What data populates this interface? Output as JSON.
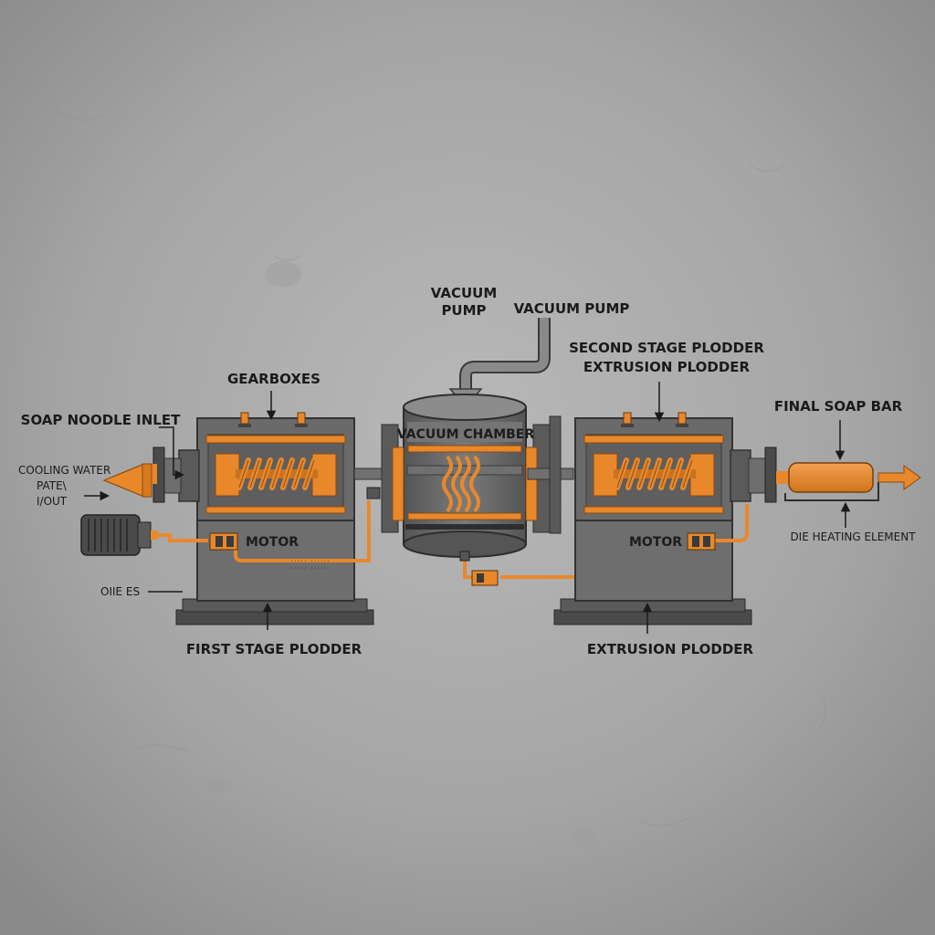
{
  "colors": {
    "background": "#a9a9a9",
    "machine_gray": "#6e6e6e",
    "machine_dark": "#3a3a3a",
    "accent_orange": "#e8882b",
    "text": "#1a1a1a"
  },
  "labels": {
    "vacuum_pump_1": [
      "VACUUM",
      "PUMP"
    ],
    "vacuum_pump_2": "VACUUM PUMP",
    "second_stage": [
      "SECOND STAGE PLODDER",
      "EXTRUSION PLODDER"
    ],
    "gearboxes": "GEARBOXES",
    "soap_noodle_inlet": "SOAP NOODLE INLET",
    "cooling_water": [
      "COOLING WATER",
      "PATE\\",
      "I/OUT"
    ],
    "vacuum_chamber": "VACUUM CHAMBER",
    "final_soap_bar": "FINAL SOAP BAR",
    "die_heating_element": "DIE HEATING ELEMENT",
    "motor_left": "MOTOR",
    "motor_right": "MOTOR",
    "oilies": "OIIE ES",
    "first_stage_plodder": "FIRST STAGE PLODDER",
    "extrusion_plodder": "EXTRUSION PLODDER"
  },
  "icons": [
    "motor-icon",
    "gearbox-icon",
    "auger-screw-icon",
    "vacuum-chamber-icon",
    "cone-nozzle-icon",
    "soap-bar-icon",
    "output-arrow-icon",
    "pipe-fitting-icon"
  ]
}
